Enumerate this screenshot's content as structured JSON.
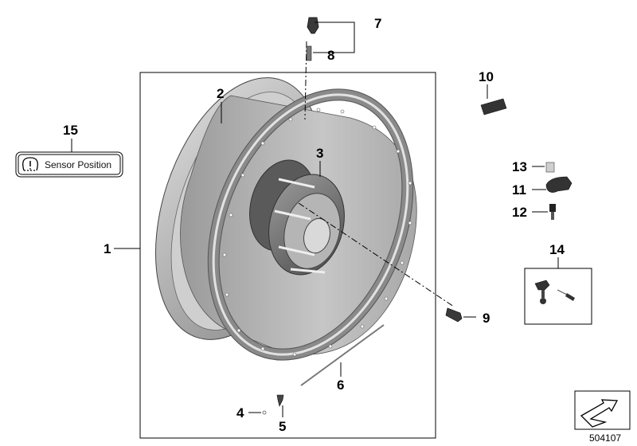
{
  "callouts": {
    "c1": "1",
    "c2": "2",
    "c3": "3",
    "c4": "4",
    "c5": "5",
    "c6": "6",
    "c7": "7",
    "c8": "8",
    "c9": "9",
    "c10": "10",
    "c11": "11",
    "c12": "12",
    "c13": "13",
    "c14": "14",
    "c15": "15"
  },
  "sensor_badge": {
    "label": "Sensor Position",
    "icon": "tpms-warning-icon"
  },
  "diagram_id": "504107",
  "colors": {
    "rim": "#b8b8b8",
    "rim_dark": "#8f8f8f",
    "rim_light": "#d6d6d6",
    "hub": "#6e6e6e",
    "line": "#000000"
  }
}
